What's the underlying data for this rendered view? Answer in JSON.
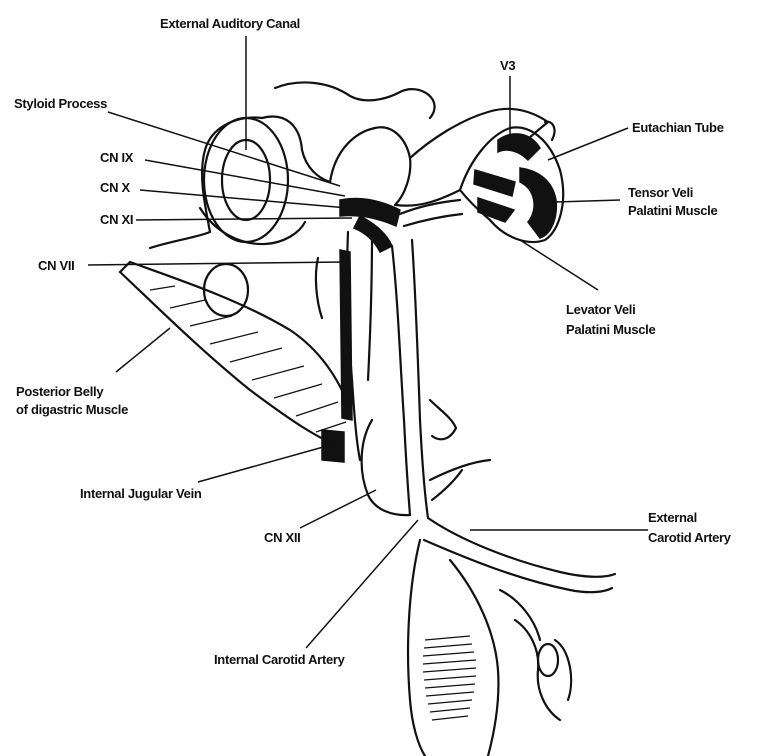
{
  "labels": {
    "external_auditory_canal": "External Auditory Canal",
    "styloid_process": "Styloid Process",
    "cn_ix": "CN IX",
    "cn_x": "CN X",
    "cn_xi": "CN XI",
    "cn_vii": "CN VII",
    "v3": "V3",
    "eustachian_tube": "Eutachian Tube",
    "tensor_veli_1": "Tensor Veli",
    "tensor_veli_2": "Palatini Muscle",
    "levator_veli_1": "Levator Veli",
    "levator_veli_2": "Palatini Muscle",
    "posterior_belly_1": "Posterior Belly",
    "posterior_belly_2": "of digastric Muscle",
    "internal_jugular_vein": "Internal Jugular Vein",
    "cn_xii": "CN XII",
    "external_carotid_1": "External",
    "external_carotid_2": "Carotid Artery",
    "internal_carotid_artery": "Internal Carotid Artery"
  },
  "colors": {
    "ink": "#111111",
    "background": "#ffffff"
  }
}
